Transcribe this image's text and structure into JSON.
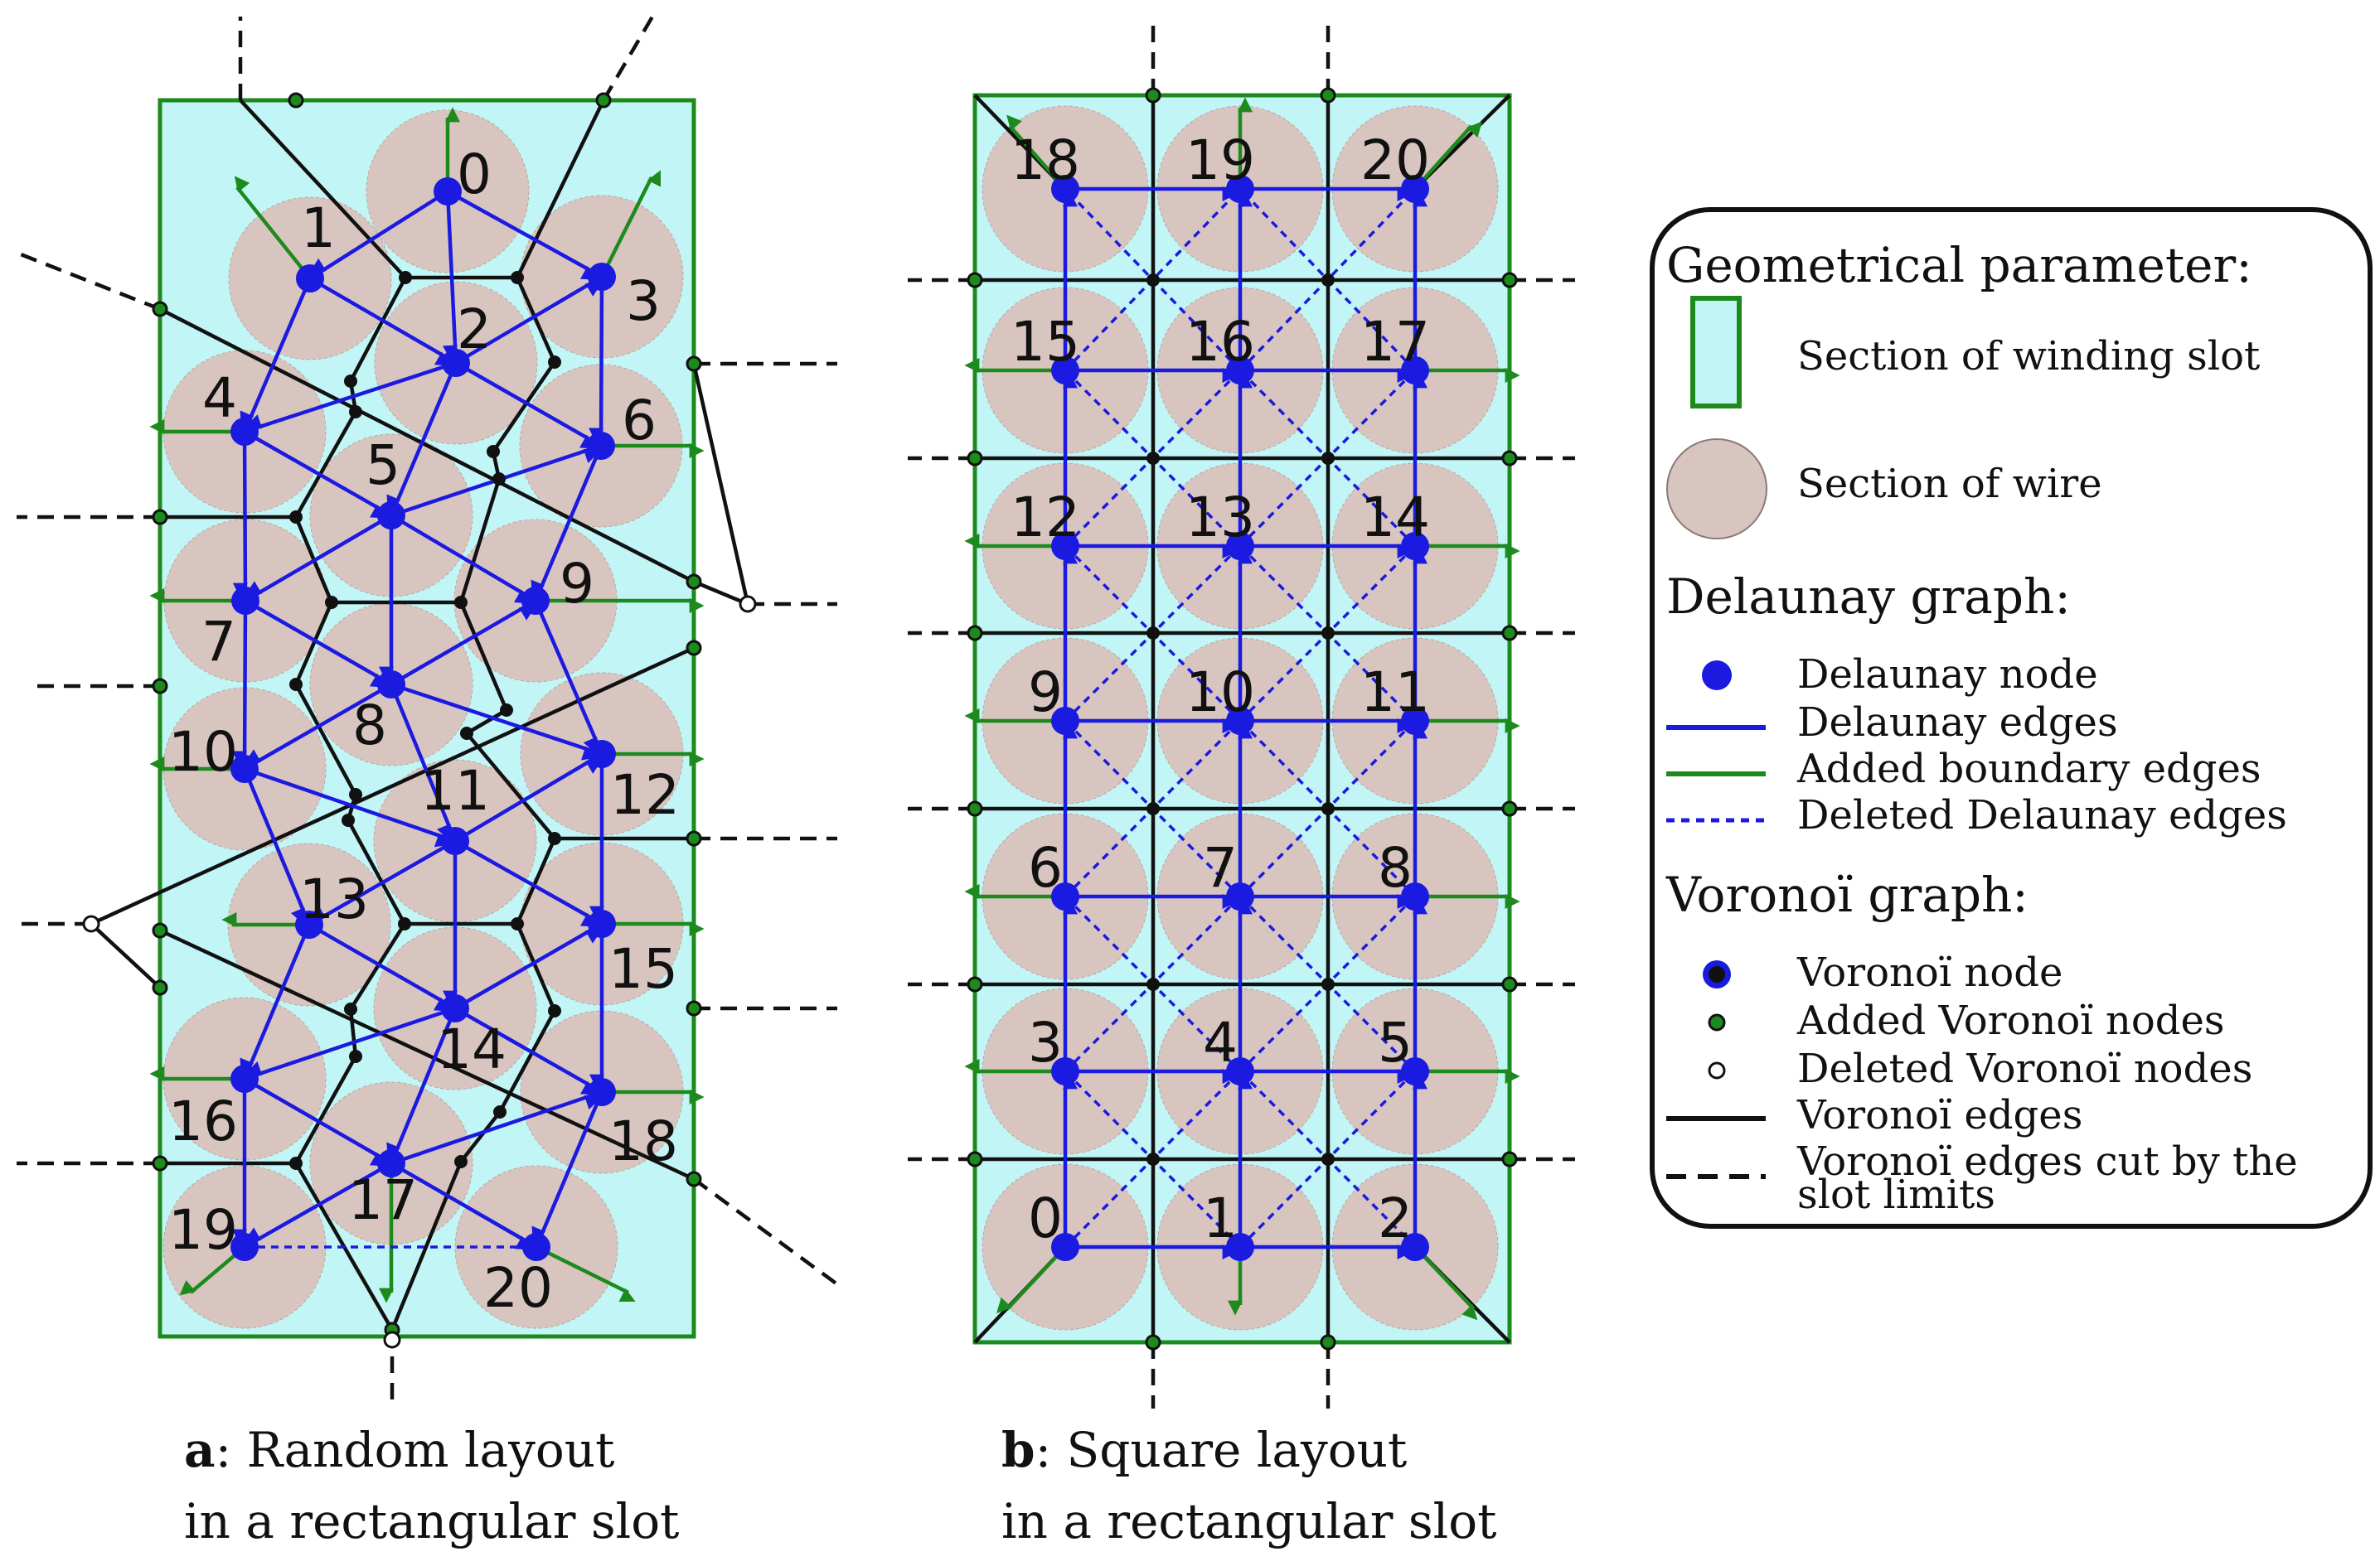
{
  "panel_a": {
    "caption_letter": "a",
    "caption_line1": ": Random layout",
    "caption_line2": "in a rectangular slot",
    "node_labels": [
      "0",
      "1",
      "2",
      "3",
      "4",
      "5",
      "6",
      "7",
      "8",
      "9",
      "10",
      "11",
      "12",
      "13",
      "14",
      "15",
      "16",
      "17",
      "18",
      "19",
      "20"
    ]
  },
  "panel_b": {
    "caption_letter": "b",
    "caption_line1": ": Square layout",
    "caption_line2": "in a rectangular slot",
    "node_labels": [
      "0",
      "1",
      "2",
      "3",
      "4",
      "5",
      "6",
      "7",
      "8",
      "9",
      "10",
      "11",
      "12",
      "13",
      "14",
      "15",
      "16",
      "17",
      "18",
      "19",
      "20"
    ]
  },
  "legend": {
    "geometrical_header": "Geometrical parameter:",
    "slot_label": "Section of winding slot",
    "wire_label": "Section of wire",
    "delaunay_header": "Delaunay graph:",
    "delaunay_node": "Delaunay node",
    "delaunay_edges": "Delaunay edges",
    "added_boundary_edges": "Added boundary edges",
    "deleted_delaunay_edges": "Deleted Delaunay edges",
    "voronoi_header": "Voronoï graph:",
    "voronoi_node": "Voronoï node",
    "added_voronoi_nodes": "Added Voronoï nodes",
    "deleted_voronoi_nodes": "Deleted Voronoï nodes",
    "voronoi_edges": "Voronoï edges",
    "voronoi_cut_line1": "Voronoï edges cut by the",
    "voronoi_cut_line2": "slot limits"
  },
  "colors": {
    "slot_fill": "#c2f5f5",
    "slot_stroke": "#1d8a1d",
    "wire_fill": "#d9c5bf",
    "delaunay": "#1a1ae0",
    "boundary": "#1d8a1d",
    "voronoi": "#111111"
  }
}
